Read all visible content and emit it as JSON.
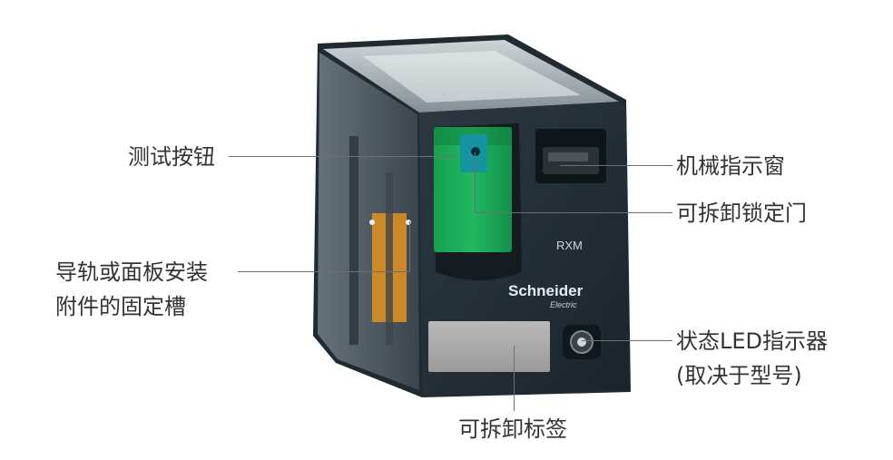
{
  "callouts": {
    "test_button": "测试按钮",
    "rail_panel_line1": "导轨或面板安装",
    "rail_panel_line2": "附件的固定槽",
    "mechanical_window": "机械指示窗",
    "locking_door": "可拆卸锁定门",
    "led_line1": "状态LED指示器",
    "led_line2": "(取决于型号)",
    "label": "可拆卸标签"
  },
  "device": {
    "model": "RXM",
    "brand": "Schneider",
    "brand_sub": "Electric"
  },
  "colors": {
    "body": "#25313a",
    "body_dark": "#1a242b",
    "green_button": "#1fae5a",
    "teal_knob": "#1593a0",
    "label_grey": "#a8a8a8",
    "orange": "#e4931f",
    "text": "#333333",
    "line": "#6f6f6f"
  }
}
